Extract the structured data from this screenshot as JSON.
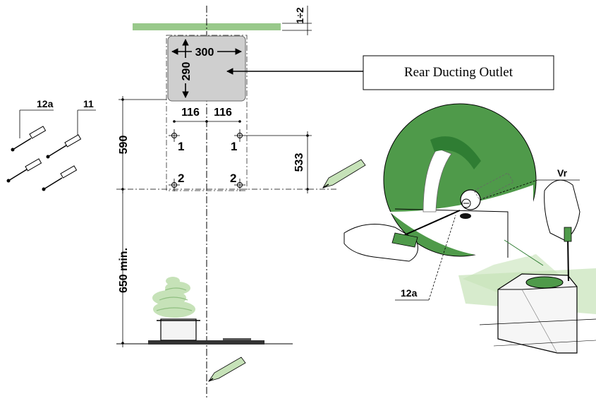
{
  "callout": {
    "text": "Rear Ducting Outlet"
  },
  "dimensions": {
    "gap_top": "1÷2",
    "outlet_width": "300",
    "outlet_height": "290",
    "half_spacing_left": "116",
    "half_spacing_right": "116",
    "hood_height": "590",
    "hole_depth": "533",
    "min_clearance": "650 min."
  },
  "hole_labels": {
    "upper_left": "1",
    "upper_right": "1",
    "lower_left": "2",
    "lower_right": "2"
  },
  "fixings": {
    "screw_label": "12a",
    "plug_label": "11"
  },
  "detail": {
    "screw_label": "12a",
    "screw_vr_label": "Vr"
  },
  "colors": {
    "green": "#99c98b",
    "light_green": "#c6e2b8",
    "dark_green": "#4f9a4a",
    "outlet_grey": "#cfcfcf"
  }
}
